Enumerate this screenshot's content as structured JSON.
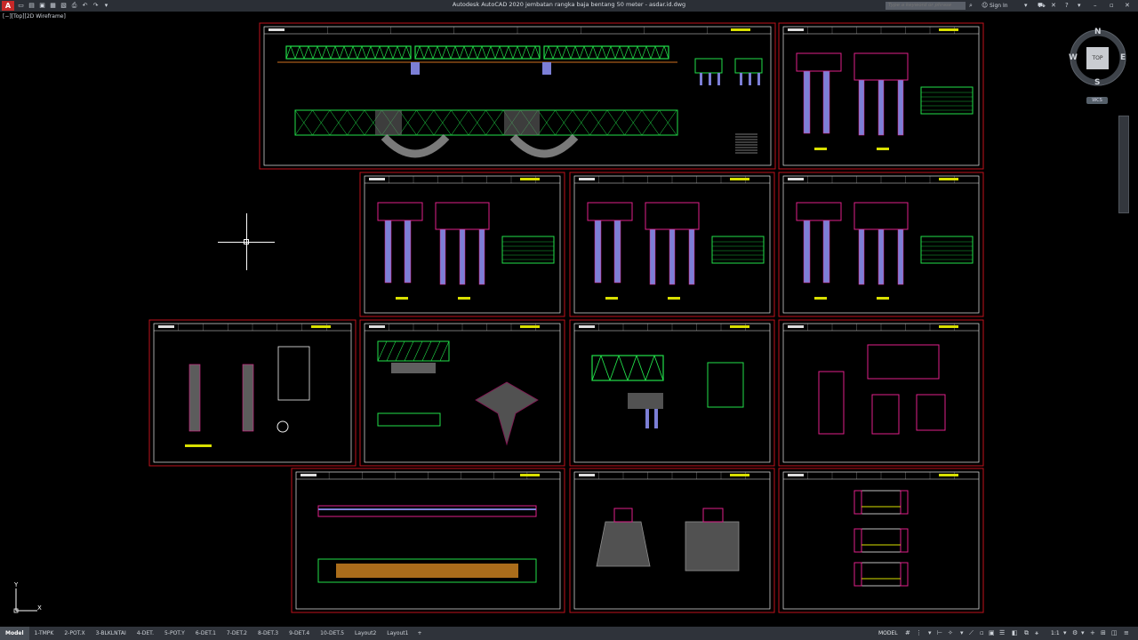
{
  "app": {
    "title": "Autodesk AutoCAD 2020   jembatan rangka baja bentang 50 meter - asdar.id.dwg",
    "logo_letter": "A",
    "search_placeholder": "Type a keyword or phrase",
    "sign_in": "Sign In"
  },
  "viewport": {
    "label": "[−][Top][2D Wireframe]"
  },
  "viewcube": {
    "north": "N",
    "south": "S",
    "east": "E",
    "west": "W",
    "face": "TOP",
    "wcs": "WCS"
  },
  "ucs": {
    "x": "X",
    "y": "Y"
  },
  "layout_tabs": [
    "Model",
    "1-TMPK",
    "2-POT.X",
    "3-BLKLNTAI",
    "4-DET.",
    "5-POT.Y",
    "6-DET.1",
    "7-DET.2",
    "8-DET.3",
    "9-DET.4",
    "10-DET.5",
    "Layout2",
    "Layout1"
  ],
  "active_tab": "Model",
  "status": {
    "model": "MODEL",
    "scale": "1:1"
  },
  "colors": {
    "frame": "#c0121b",
    "steel": "#22e04a",
    "concrete": "#7c7fd6",
    "rebar": "#e0208a",
    "note": "#d9e000"
  },
  "icons": {
    "new": "new-file-icon",
    "open": "open-folder-icon",
    "save": "save-icon",
    "save_as": "save-as-icon",
    "print": "print-icon",
    "undo": "undo-icon",
    "redo": "redo-icon",
    "search": "search-icon",
    "user": "user-icon",
    "cart": "cart-icon",
    "help": "help-icon"
  }
}
